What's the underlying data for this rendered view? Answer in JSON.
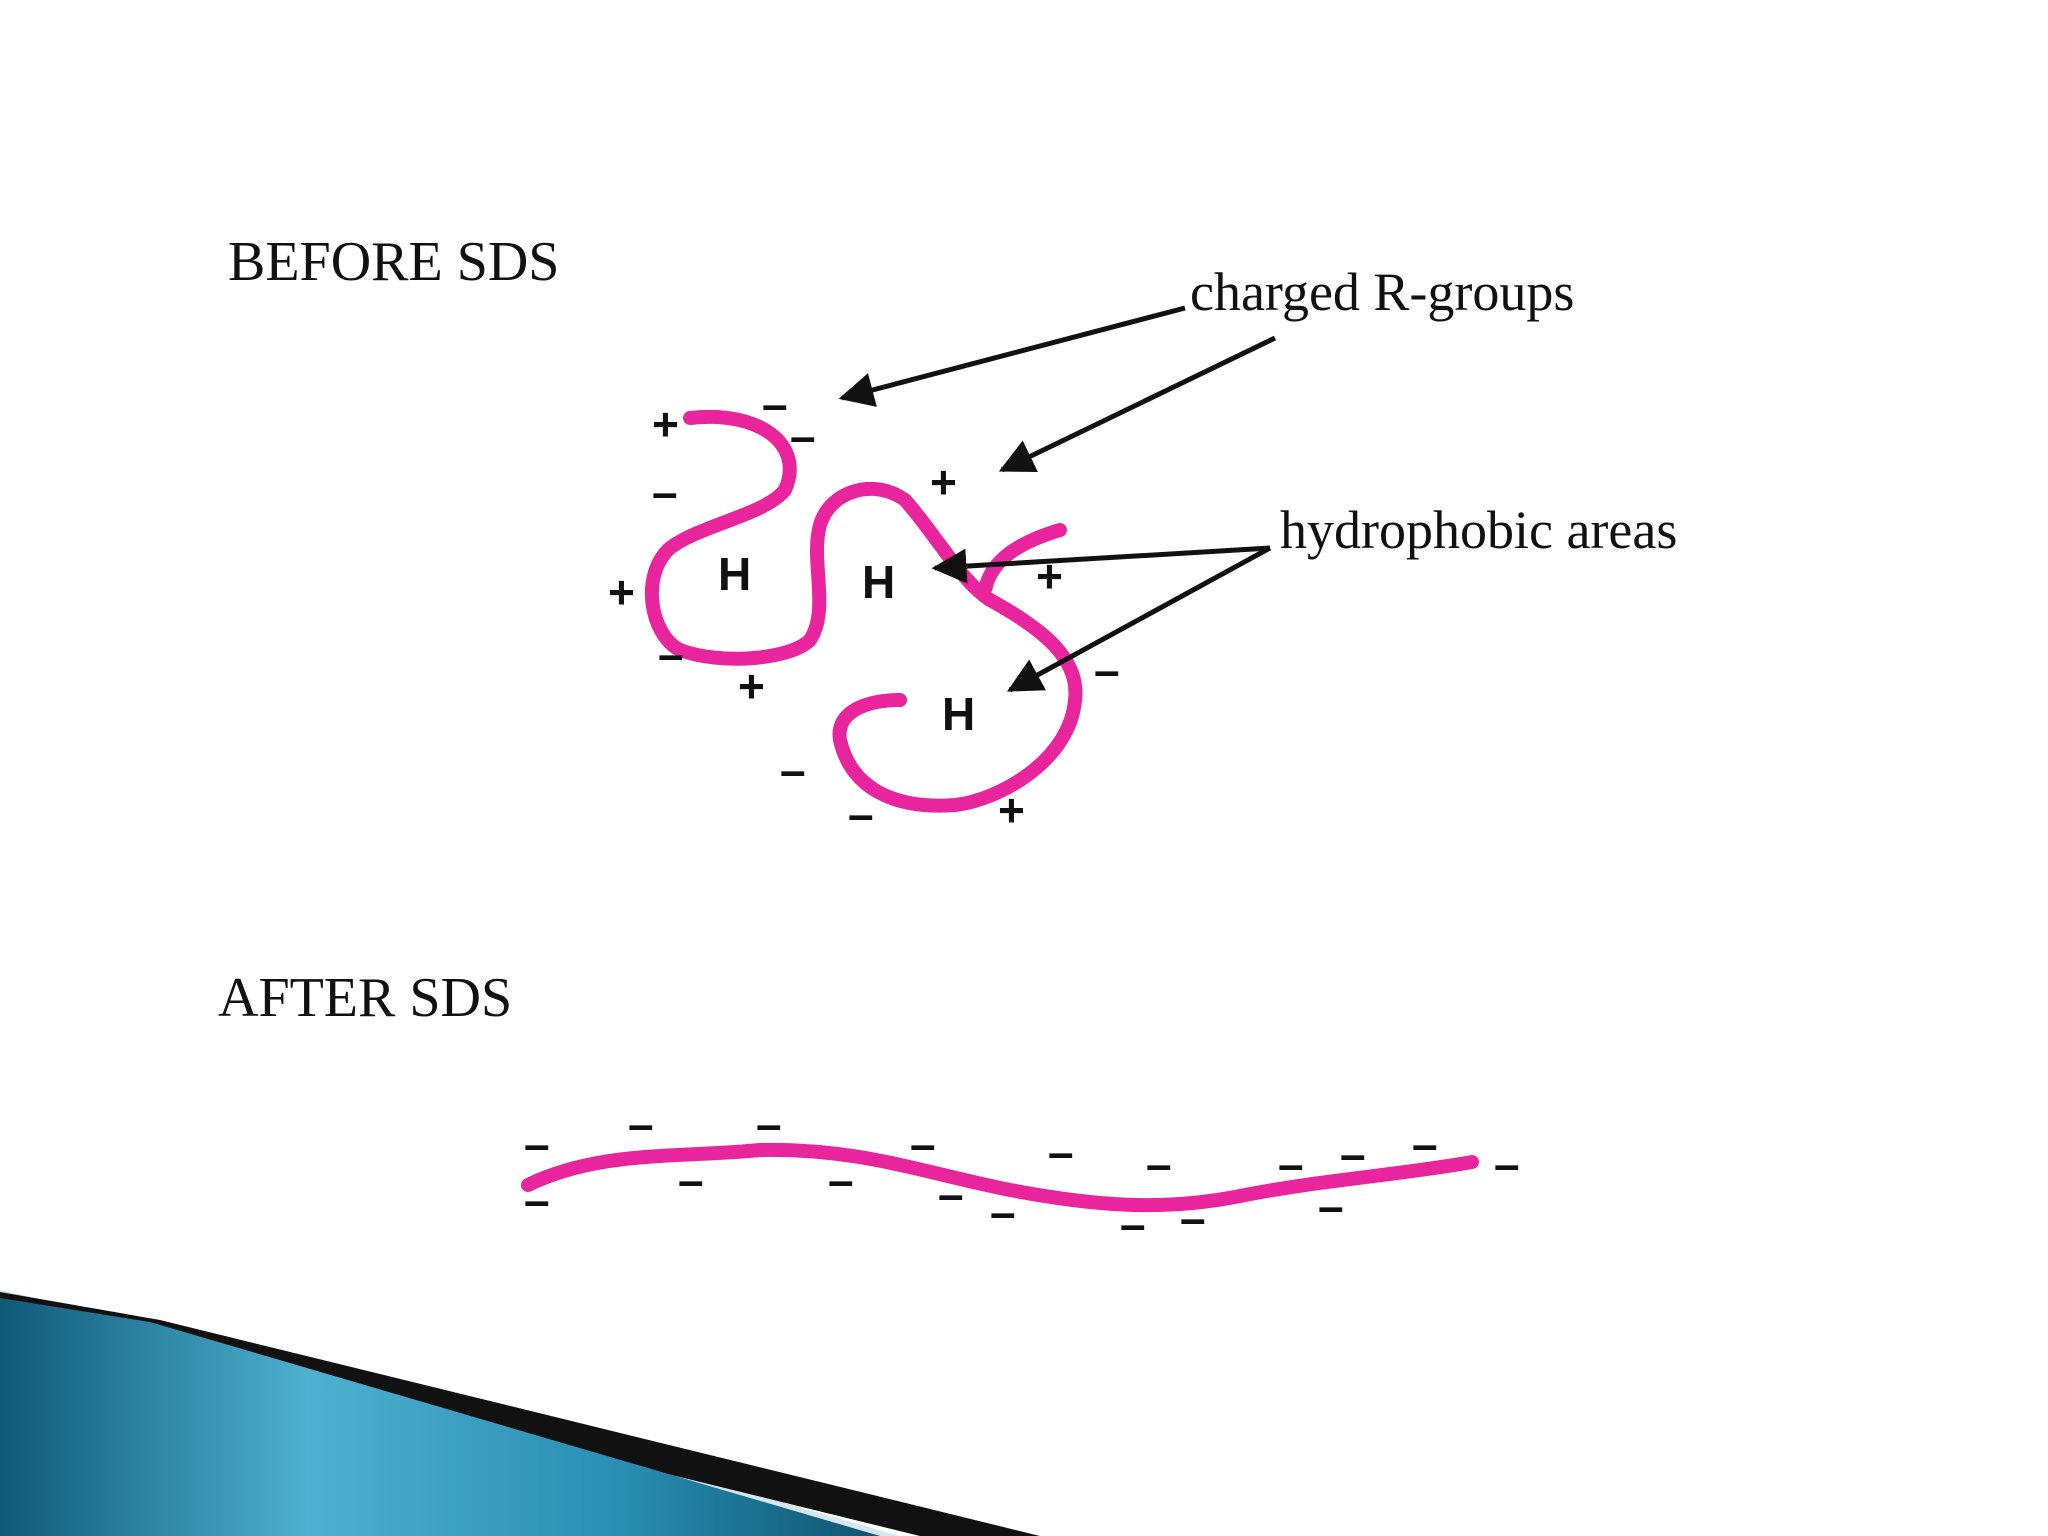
{
  "labels": {
    "before": "BEFORE SDS",
    "after": "AFTER SDS",
    "charged": "charged R-groups",
    "hydrophobic": "hydrophobic areas"
  },
  "marks": {
    "hydrophobic_letter": "H",
    "plus": "+",
    "minus": "–"
  },
  "colors": {
    "protein_chain": "#e8259c",
    "text": "#111111",
    "ribbon_dark": "#0f5f7f",
    "ribbon_light": "#5ab8d6",
    "ribbon_pale": "#cfe7f1"
  }
}
